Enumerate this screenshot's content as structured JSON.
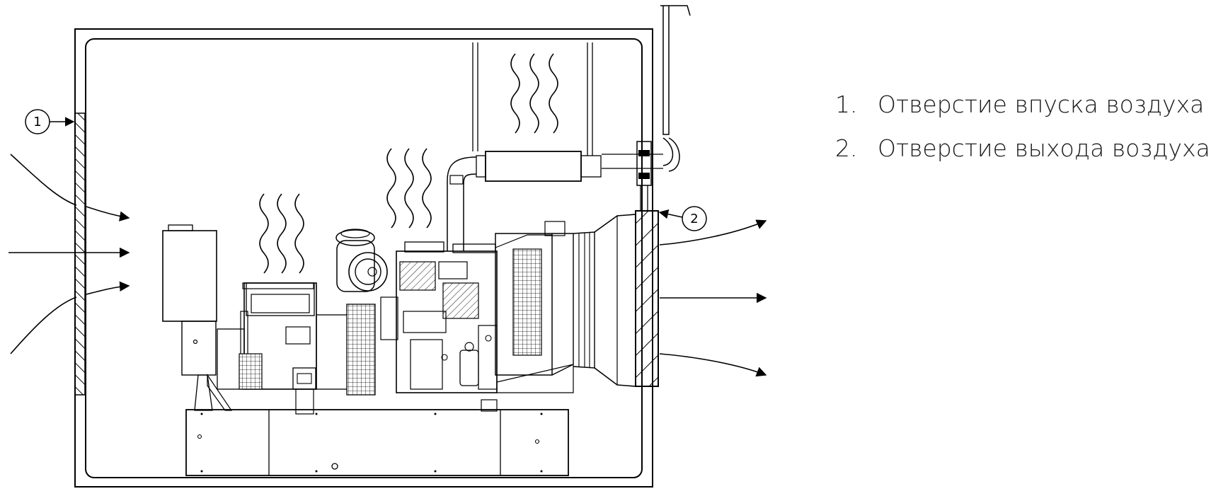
{
  "callouts": [
    {
      "number": "1",
      "label": "Отверстие впуска воздуха"
    },
    {
      "number": "2",
      "label": "Отверстие выхода воздуха"
    }
  ],
  "legend": {
    "item1": {
      "number": "1.",
      "text": "Отверстие впуска воздуха"
    },
    "item2": {
      "number": "2.",
      "text": "Отверстие выхода воздуха"
    }
  }
}
